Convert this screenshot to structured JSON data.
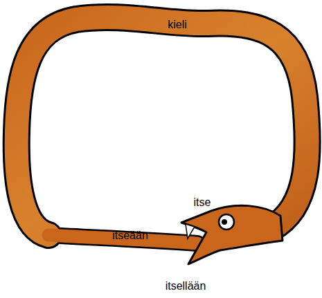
{
  "diagram": {
    "labels": [
      "kieli",
      "itse",
      "itseään",
      "itsellään"
    ]
  }
}
